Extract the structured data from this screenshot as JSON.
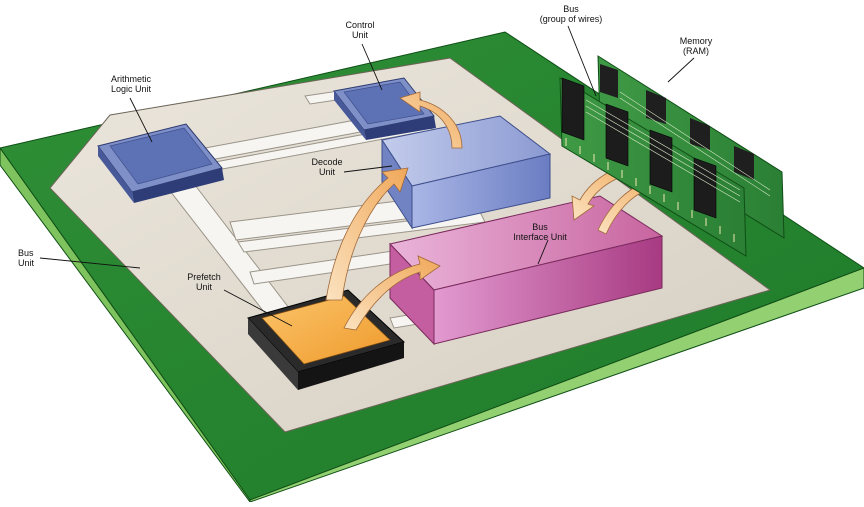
{
  "labels": {
    "control_unit": [
      "Control",
      "Unit"
    ],
    "alu": [
      "Arithmetic",
      "Logic Unit"
    ],
    "bus": [
      "Bus",
      "(group of wires)"
    ],
    "memory": [
      "Memory",
      "(RAM)"
    ],
    "decode_unit": [
      "Decode",
      "Unit"
    ],
    "bus_interface_unit": [
      "Bus",
      "Interface Unit"
    ],
    "bus_unit": [
      "Bus",
      "Unit"
    ],
    "prefetch_unit": [
      "Prefetch",
      "Unit"
    ]
  },
  "colors": {
    "board_top": "#3c9a3c",
    "board_front": "#8ecb6c",
    "die_floor": "#e3ddd2",
    "alu_block": "#5f74b6",
    "decode_block": "#8f9fd4",
    "bus_interface_block": "#c44f9a",
    "prefetch_block": "#f3a63a",
    "arrow": "#f7c98b",
    "ram_board": "#2f8a3a",
    "chip": "#222222"
  }
}
